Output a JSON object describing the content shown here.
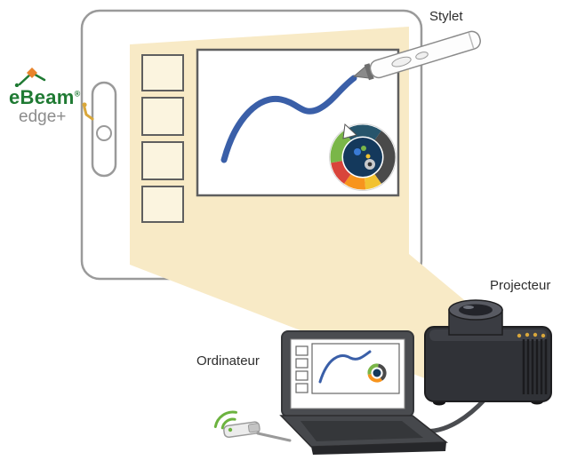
{
  "labels": {
    "stylus": "Stylet",
    "computer": "Ordinateur",
    "projector": "Projecteur"
  },
  "brand": {
    "name": "eBeam",
    "registered": "®",
    "model": "edge+"
  },
  "colors": {
    "projection_beam": "#F8EAC6",
    "ink_blue": "#3A5FA8",
    "wifi_green": "#6CB33F",
    "brand_green": "#1F7A33",
    "model_gray": "#8C8C8C",
    "cable_gray": "#4A4C50",
    "connector_yellow": "#D9A73B",
    "wheel": {
      "navy": "#27556C",
      "green": "#7AB648",
      "red": "#D9443B",
      "orange": "#F7941D",
      "yellow": "#F2C230",
      "dark": "#4A4A4A",
      "center": "#14395C"
    }
  },
  "icons": {
    "wifi_signal": "wifi-signal-icon",
    "brand_mark": "ebeam-brand-icon"
  }
}
